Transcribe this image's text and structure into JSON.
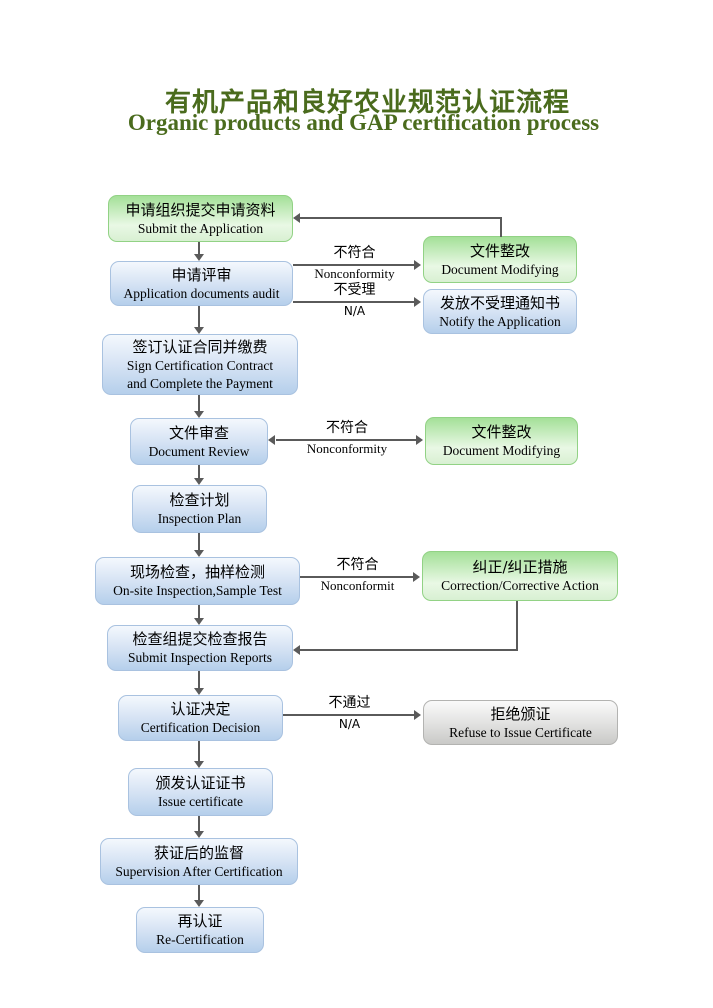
{
  "title": {
    "cn": "有机产品和良好农业规范认证流程",
    "en": "Organic products and GAP certification process"
  },
  "nodes": {
    "submit": {
      "cn": "申请组织提交申请资料",
      "en": "Submit the Application"
    },
    "audit": {
      "cn": "申请评审",
      "en": "Application documents audit"
    },
    "contract": {
      "cn": "签订认证合同并缴费",
      "en1": "Sign Certification Contract",
      "en2": "and Complete the Payment"
    },
    "review": {
      "cn": "文件审查",
      "en": "Document Review"
    },
    "plan": {
      "cn": "检查计划",
      "en": "Inspection Plan"
    },
    "onsite": {
      "cn": "现场检查，抽样检测",
      "en": "On-site Inspection,Sample Test"
    },
    "reports": {
      "cn": "检查组提交检查报告",
      "en": "Submit Inspection Reports"
    },
    "decision": {
      "cn": "认证决定",
      "en": "Certification Decision"
    },
    "issue": {
      "cn": "颁发认证证书",
      "en": "Issue certificate"
    },
    "supervision": {
      "cn": "获证后的监督",
      "en": "Supervision After Certification"
    },
    "recert": {
      "cn": "再认证",
      "en": "Re-Certification"
    },
    "modify1": {
      "cn": "文件整改",
      "en": "Document Modifying"
    },
    "notify": {
      "cn": "发放不受理通知书",
      "en": "Notify the Application"
    },
    "modify2": {
      "cn": "文件整改",
      "en": "Document Modifying"
    },
    "corrective": {
      "cn": "纠正/纠正措施",
      "en": "Correction/Corrective Action"
    },
    "refuse": {
      "cn": "拒绝颁证",
      "en": "Refuse to Issue Certificate"
    }
  },
  "edge_labels": {
    "audit_modify": {
      "cn": "不符合",
      "en": "Nonconformity"
    },
    "audit_notify": {
      "cn": "不受理",
      "en": "N/A"
    },
    "review_modify": {
      "cn": "不符合",
      "en": "Nonconformity"
    },
    "onsite_corrective": {
      "cn": "不符合",
      "en": "Nonconformit"
    },
    "decision_refuse": {
      "cn": "不通过",
      "en": "N/A"
    }
  },
  "colors": {
    "title_green": "#4a6b1d",
    "box_blue": "#b5cfeb",
    "box_green": "#a4e098",
    "box_gray": "#c9c9c7",
    "connector": "#5a5a5a"
  }
}
